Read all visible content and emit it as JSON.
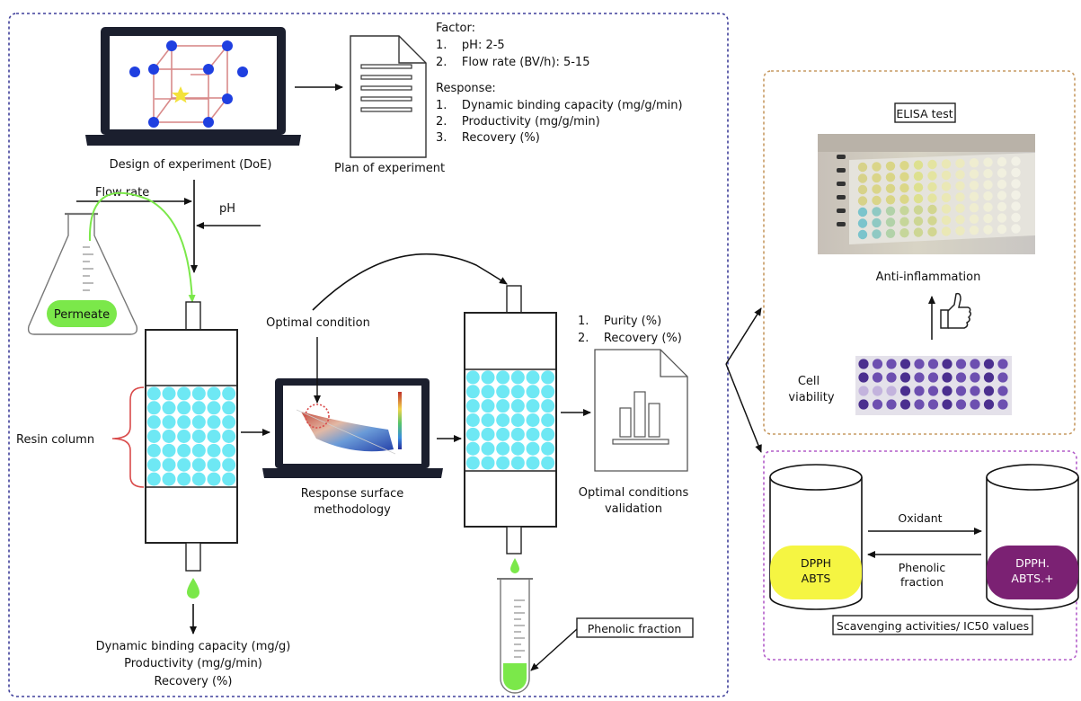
{
  "doe": {
    "caption": "Design of experiment (DoE)",
    "plan_caption": "Plan of experiment",
    "factor_title": "Factor:",
    "factors": [
      "1.    pH: 2-5",
      "2.    Flow rate (BV/h): 5-15"
    ],
    "response_title": "Response:",
    "responses": [
      "1.    Dynamic binding capacity (mg/g/min)",
      "2.    Productivity (mg/g/min)",
      "3.    Recovery (%)"
    ]
  },
  "inputs": {
    "flow_rate": "Flow rate",
    "ph": "pH",
    "permeate": "Permeate"
  },
  "column": {
    "resin_label": "Resin column",
    "outputs": [
      "Dynamic binding capacity (mg/g)",
      "Productivity (mg/g/min)",
      "Recovery (%)"
    ]
  },
  "rsm": {
    "optimal_condition": "Optimal condition",
    "caption_lines": [
      "Response surface",
      "methodology"
    ]
  },
  "validation": {
    "items": [
      "1.    Purity (%)",
      "2.    Recovery (%)"
    ],
    "caption_lines": [
      "Optimal conditions",
      "validation"
    ],
    "phenolic_fraction": "Phenolic fraction"
  },
  "elisa": {
    "title": "ELISA test",
    "anti_inflammation": "Anti-inflammation",
    "cell_viability_lines": [
      "Cell",
      "viability"
    ]
  },
  "scavenging": {
    "left_beaker_lines": [
      "DPPH",
      "ABTS"
    ],
    "right_beaker_lines": [
      "DPPH.",
      "ABTS.+"
    ],
    "oxidant": "Oxidant",
    "phenolic_lines": [
      "Phenolic",
      "fraction"
    ],
    "title": "Scavenging activities/ IC50 values"
  },
  "colors": {
    "main_border": "#3f3f9a",
    "elisa_border": "#c79a62",
    "scavenging_border": "#b25cc9",
    "resin_bead": "#6ee8f4",
    "permeate": "#7be84a",
    "doe_point": "#1f3fe0",
    "dpph_yellow": "#f5f542",
    "oxidized_purple": "#7b2173"
  }
}
